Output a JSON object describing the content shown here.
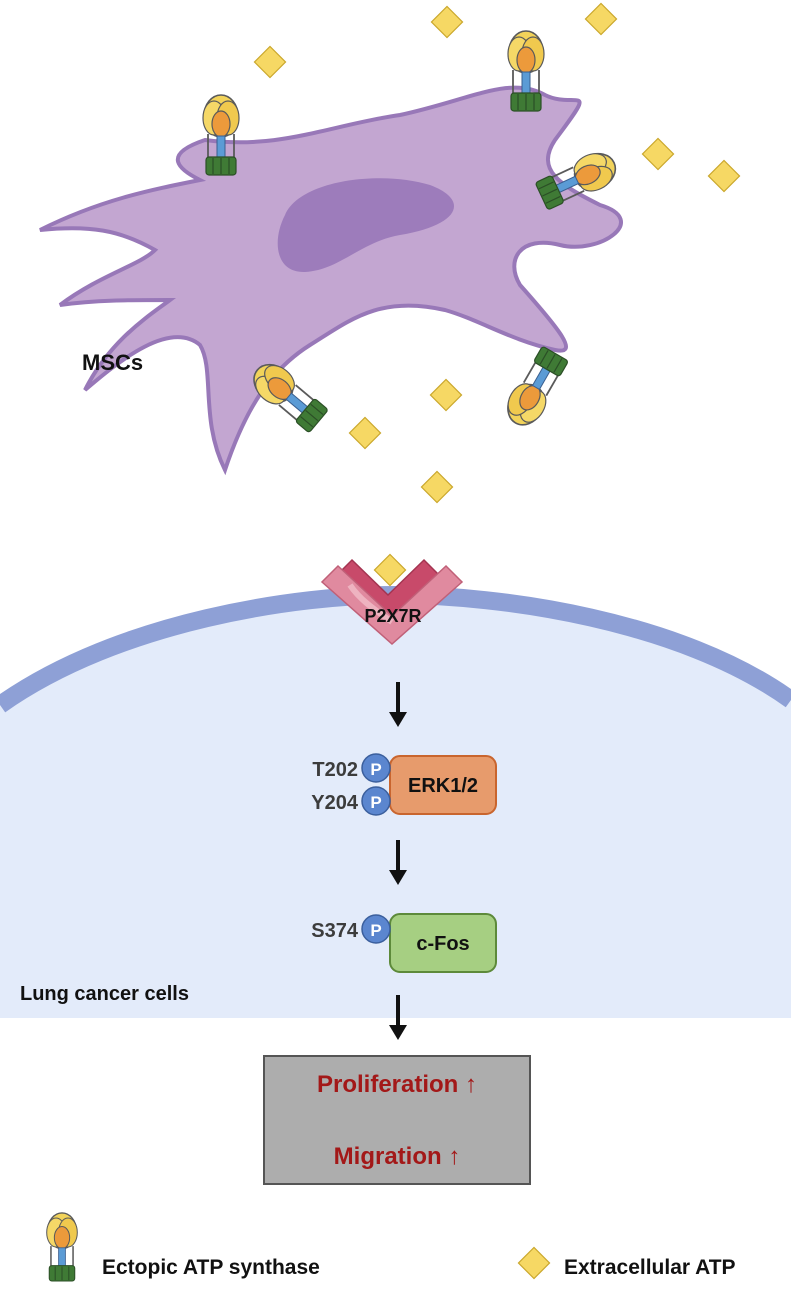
{
  "labels": {
    "msc": "MSCs",
    "receptor": "P2X7R",
    "lung_cells": "Lung cancer cells",
    "erk": "ERK1/2",
    "cfos": "c-Fos",
    "t202": "T202",
    "y204": "Y204",
    "s374": "S374",
    "phospho": "P"
  },
  "outcomes": {
    "proliferation": "Proliferation ↑",
    "migration": "Migration ↑"
  },
  "legend": {
    "synthase": "Ectopic ATP synthase",
    "atp": "Extracellular ATP"
  },
  "colors": {
    "msc_fill": "#c3a6d1",
    "msc_stroke": "#9878b8",
    "nucleus": "#9d7cbb",
    "membrane": "#8ea0d6",
    "cytoplasm": "#e3ebfa",
    "atp": "#f6d864",
    "receptor": "#e08a9f",
    "erk": "#e79b6c",
    "cfos": "#a6cf82",
    "phospho": "#5b86cf",
    "outcome_box": "#adadad",
    "outcome_text": "#a31818"
  },
  "icons": [
    "atp-synthase-icon",
    "atp-molecule-icon",
    "p2x7r-receptor-icon",
    "arrow-down-icon"
  ]
}
